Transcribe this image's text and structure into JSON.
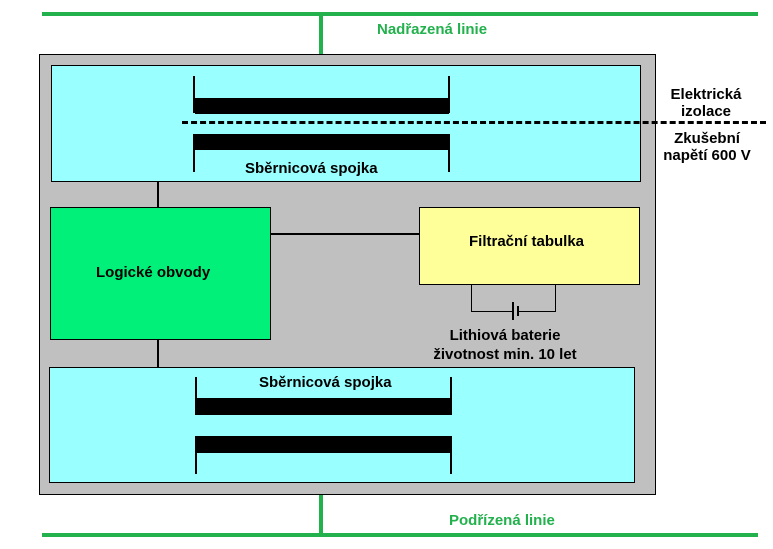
{
  "top_bus": {
    "label": "Nadřazená linie"
  },
  "bottom_bus": {
    "label": "Podřízená linie"
  },
  "bus_coupler_top": {
    "label": "Sběrnicová spojka"
  },
  "bus_coupler_bottom": {
    "label": "Sběrnicová spojka"
  },
  "logic": {
    "label": "Logické obvody"
  },
  "filter": {
    "label": "Filtrační tabulka"
  },
  "battery": {
    "line1": "Lithiová baterie",
    "line2": "životnost min. 10 let"
  },
  "isolation": {
    "line1": "Elektrická",
    "line2": "izolace"
  },
  "test_voltage": {
    "line1": "Zkušební",
    "line2": "napětí 600 V"
  },
  "colors": {
    "bus_green": "#22b14c",
    "housing": "#c0c0c0",
    "coupler": "#99ffff",
    "logic": "#00f07a",
    "filter": "#ffff99"
  }
}
